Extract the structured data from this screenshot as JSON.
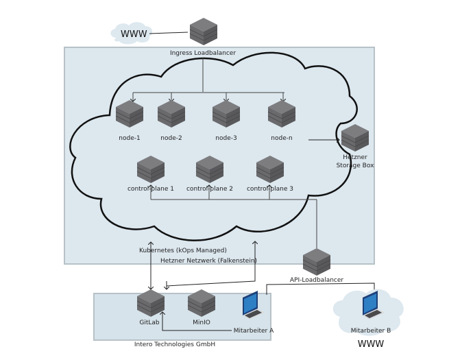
{
  "internet_top": {
    "label": "WWW"
  },
  "ingress": {
    "label": "Ingress Loadbalancer"
  },
  "hetzner_network": {
    "label": "Hetzner Netzwerk (Falkenstein)"
  },
  "kubernetes": {
    "label": "Kubernetes (kOps Managed)"
  },
  "nodes": [
    {
      "label": "node-1"
    },
    {
      "label": "node-2"
    },
    {
      "label": "node-3"
    },
    {
      "label": "node-n"
    }
  ],
  "control_planes": [
    {
      "label": "control-plane 1"
    },
    {
      "label": "control-plane 2"
    },
    {
      "label": "control-plane 3"
    }
  ],
  "storage": {
    "label_line1": "Hetzner",
    "label_line2": "Storage Box"
  },
  "api_lb": {
    "label": "API-Loadbalancer"
  },
  "company": {
    "label": "Intero Technologies GmbH",
    "services": [
      {
        "label": "GitLab"
      },
      {
        "label": "MinIO"
      }
    ],
    "employee": {
      "label": "Mitarbeiter A"
    }
  },
  "remote": {
    "employee": {
      "label": "Mitarbeiter B"
    },
    "www_label": "WWW"
  },
  "colors": {
    "zone_fill": "#dce7ee",
    "zone_stroke": "#b9c3c9",
    "cloud_fill": "#dde8ef",
    "server_top": "#7b7b7d",
    "server_side": "#5e5e60",
    "line": "#333333"
  }
}
